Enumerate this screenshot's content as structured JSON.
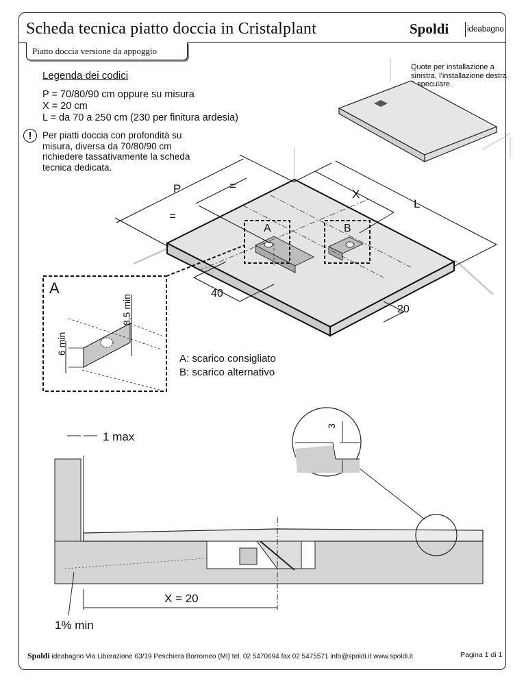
{
  "header": {
    "title": "Scheda tecnica piatto doccia in Cristalplant",
    "brand": "Spoldi",
    "brand_sub": "ideabagno",
    "subtitle": "Piatto doccia versione da appoggio"
  },
  "legend": {
    "heading": "Legenda dei codici",
    "lines": [
      "P = 70/80/90 cm oppure su misura",
      "X = 20 cm",
      "L = da 70 a 250 cm (230 per finitura ardesia)"
    ],
    "warning_icon": "exclamation-circle-icon",
    "warning": "Per piatti doccia con profondità su misura, diversa da 70/80/90 cm richiedere tassativamente la scheda tecnica dedicata."
  },
  "note": "Quote per installazione a sinistra, l’installazione destra è speculare.",
  "diagram": {
    "P": "P",
    "L": "L",
    "X": "X",
    "eq1": "=",
    "eq2": "=",
    "A": "A",
    "B": "B",
    "d40": "40",
    "d20": "20",
    "detail_title": "A",
    "six_min": "6 min",
    "eight_min": "8,5 min",
    "desc_a": "A: scarico consigliato",
    "desc_b": "B: scarico alternativo"
  },
  "section": {
    "one_max": "1 max",
    "three": "3",
    "x20": "X = 20",
    "slope": "1% min"
  },
  "footer": {
    "brand": "Spoldi",
    "text": "ideabagno   Via Liberazione 63/19 Peschiera Borromeo (MI)   tel. 02 5470694   fax 02 5475571   info@spoldi.it   www.spoldi.it",
    "page": "Pagina 1 di 1"
  }
}
